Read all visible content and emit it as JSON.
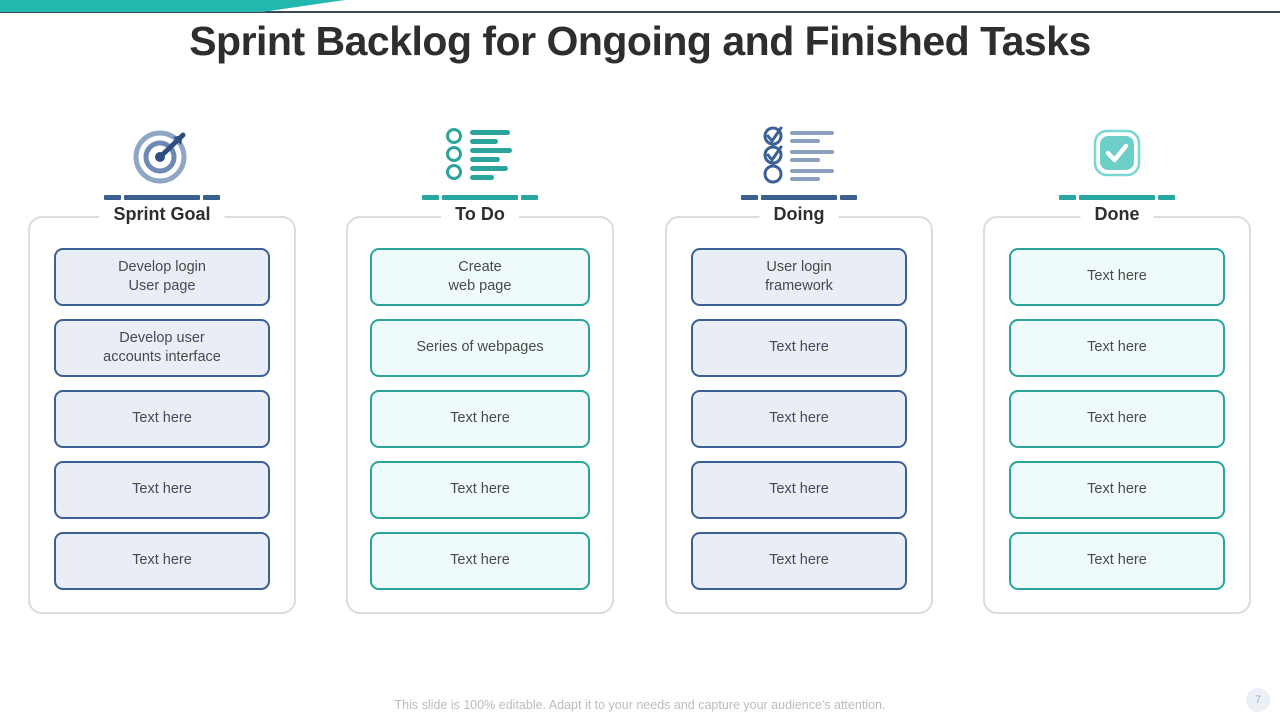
{
  "slide": {
    "title": "Sprint Backlog for Ongoing and Finished Tasks",
    "footer_note": "This slide is 100% editable. Adapt it to your needs and capture your audience's attention.",
    "page_number": "7"
  },
  "theme": {
    "teal": "#22b8b0",
    "blue": "#3a6096",
    "title_color": "#2e2e2e",
    "panel_border": "#dcdcdc",
    "card_blue_fill": "#e9edf6",
    "card_teal_fill": "#effbfa",
    "footer_color": "#bcbcbc"
  },
  "columns": [
    {
      "id": "sprint-goal",
      "title": "Sprint Goal",
      "icon": "target-arrow-icon",
      "accent": "blue",
      "cards": [
        "Develop login\nUser page",
        "Develop user\naccounts interface",
        "Text  here",
        "Text  here",
        "Text  here"
      ]
    },
    {
      "id": "to-do",
      "title": "To Do",
      "icon": "checklist-unchecked-icon",
      "accent": "teal",
      "cards": [
        "Create\nweb page",
        "Series of webpages",
        "Text  here",
        "Text  here",
        "Text  here"
      ]
    },
    {
      "id": "doing",
      "title": "Doing",
      "icon": "checklist-partial-icon",
      "accent": "blue",
      "cards": [
        "User login\nframework",
        "Text  here",
        "Text  here",
        "Text  here",
        "Text  here"
      ]
    },
    {
      "id": "done",
      "title": "Done",
      "icon": "checkbox-checked-icon",
      "accent": "teal",
      "cards": [
        "Text  here",
        "Text  here",
        "Text  here",
        "Text  here",
        "Text  here"
      ]
    }
  ]
}
